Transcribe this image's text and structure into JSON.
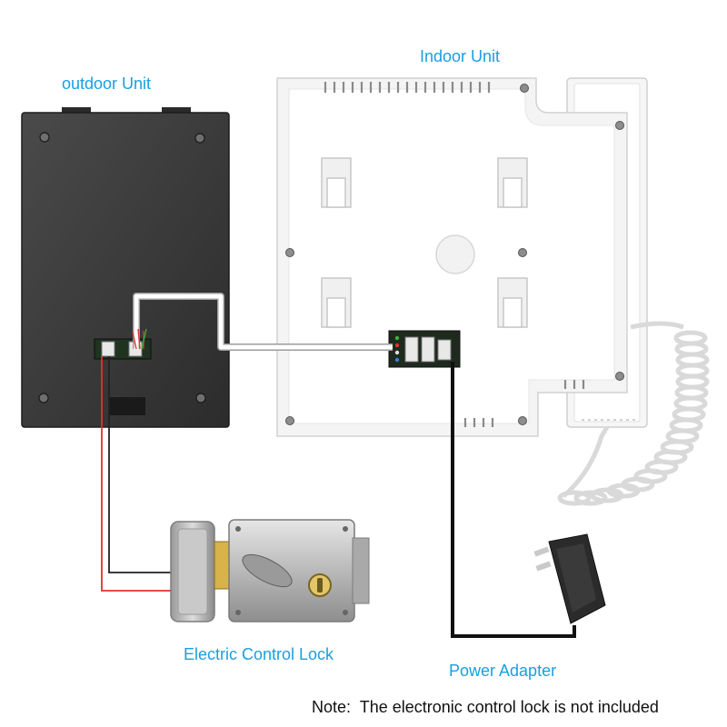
{
  "labels": {
    "outdoor": "outdoor Unit",
    "indoor": "Indoor Unit",
    "lock": "Electric Control Lock",
    "adapter": "Power Adapter"
  },
  "note": "Note:  The electronic control lock is not included",
  "colors": {
    "label": "#1a9ee0",
    "outdoor_panel": "#3a3a3a",
    "indoor_panel": "#f3f3f3",
    "wire_red": "#e53030",
    "wire_black": "#111111",
    "adapter": "#2b2b2b"
  }
}
